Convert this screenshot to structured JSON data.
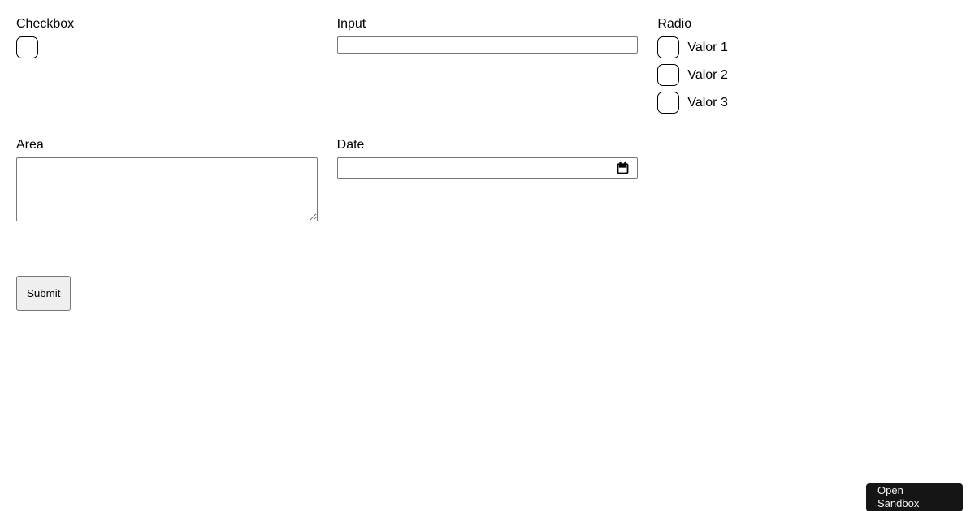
{
  "page": {
    "background": "#ffffff"
  },
  "form": {
    "checkbox_field": {
      "label": "Checkbox",
      "checked": false
    },
    "input_field": {
      "label": "Input",
      "value": ""
    },
    "radio_field": {
      "label": "Radio",
      "options": [
        {
          "label": "Valor 1",
          "selected": false
        },
        {
          "label": "Valor 2",
          "selected": false
        },
        {
          "label": "Valor 3",
          "selected": false
        }
      ]
    },
    "area_field": {
      "label": "Area",
      "value": ""
    },
    "date_field": {
      "label": "Date",
      "value": "",
      "icon": "calendar-icon"
    },
    "submit": {
      "label": "Submit"
    }
  },
  "overlay": {
    "open_sandbox_button": {
      "line1": "Open",
      "line2": "Sandbox"
    }
  },
  "colors": {
    "control_border": "#000000",
    "input_border": "#767676",
    "submit_background": "#efefef",
    "sandbox_button_background": "#151515",
    "sandbox_button_text": "#f2f2f2"
  }
}
